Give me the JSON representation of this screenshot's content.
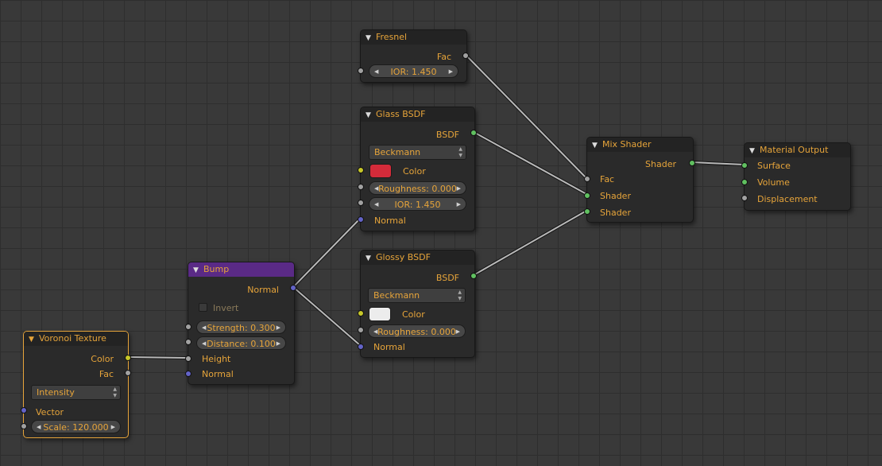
{
  "colors": {
    "glass_color": "#d42b3a",
    "glossy_color": "#ececec",
    "link": "#b9b9b9"
  },
  "nodes": {
    "fresnel": {
      "title": "Fresnel",
      "out_fac": "Fac",
      "ior": "IOR: 1.450"
    },
    "glass": {
      "title": "Glass BSDF",
      "out_bsdf": "BSDF",
      "distribution": "Beckmann",
      "color_label": "Color",
      "roughness": "Roughness: 0.000",
      "ior": "IOR: 1.450",
      "normal": "Normal"
    },
    "glossy": {
      "title": "Glossy BSDF",
      "out_bsdf": "BSDF",
      "distribution": "Beckmann",
      "color_label": "Color",
      "roughness": "Roughness: 0.000",
      "normal": "Normal"
    },
    "mix": {
      "title": "Mix Shader",
      "out_shader": "Shader",
      "in_fac": "Fac",
      "in_shader1": "Shader",
      "in_shader2": "Shader"
    },
    "output": {
      "title": "Material Output",
      "surface": "Surface",
      "volume": "Volume",
      "displacement": "Displacement"
    },
    "bump": {
      "title": "Bump",
      "out_normal": "Normal",
      "invert": "Invert",
      "strength": "Strength: 0.300",
      "distance": "Distance: 0.100",
      "height": "Height",
      "normal": "Normal"
    },
    "voronoi": {
      "title": "Voronoi Texture",
      "out_color": "Color",
      "out_fac": "Fac",
      "coloring": "Intensity",
      "vector": "Vector",
      "scale": "Scale: 120.000"
    }
  }
}
